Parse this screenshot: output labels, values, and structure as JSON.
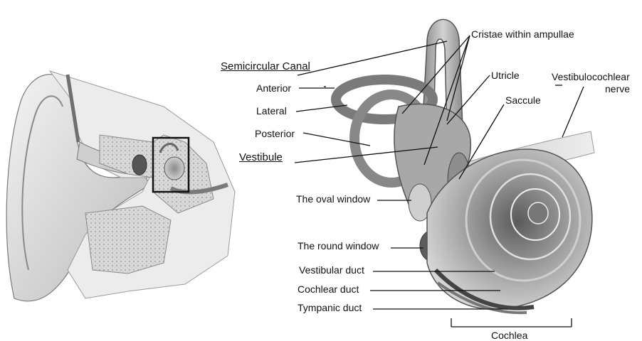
{
  "labels": {
    "semicircular_canal": "Semicircular Canal",
    "anterior": "Anterior",
    "lateral": "Lateral",
    "posterior": "Posterior",
    "vestibule": "Vestibule",
    "cristae": "Cristae within ampullae",
    "utricle": "Utricle",
    "saccule": "Saccule",
    "vestibulocochlear_line1": "Vestibulocochlear",
    "vestibulocochlear_line2": "nerve",
    "oval_window": "The oval window",
    "round_window": "The round window",
    "vestibular_duct": "Vestibular duct",
    "cochlear_duct": "Cochlear duct",
    "tympanic_duct": "Tympanic duct",
    "cochlea": "Cochlea"
  },
  "colors": {
    "background": "#ffffff",
    "tissue_light": "#e9e9e9",
    "tissue_mid": "#bdbdbd",
    "tissue_dark": "#6f6f6f",
    "leader_line": "#111111"
  }
}
